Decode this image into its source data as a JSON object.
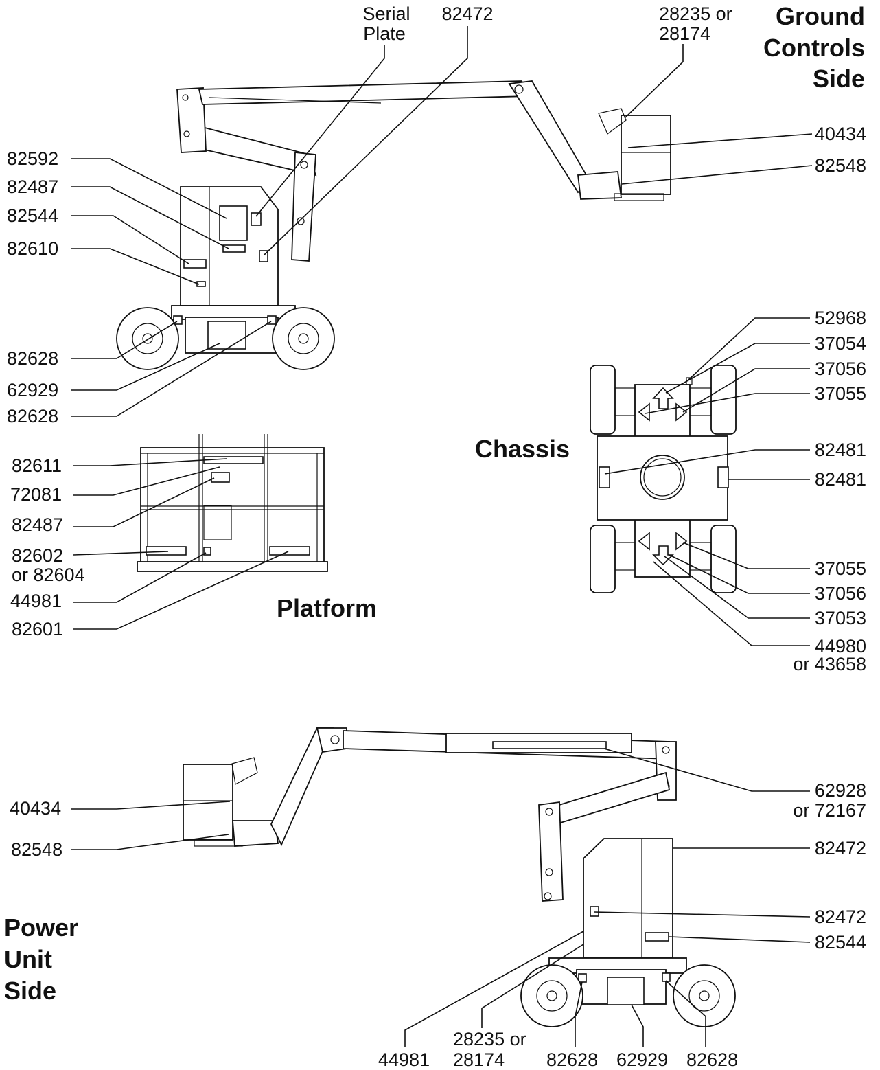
{
  "headings": {
    "ground_controls": [
      "Ground",
      "Controls",
      "Side"
    ],
    "chassis": "Chassis",
    "platform": "Platform",
    "power_unit": [
      "Power",
      "Unit",
      "Side"
    ]
  },
  "ground_side": {
    "top_labels": {
      "serial_plate": [
        "Serial",
        "Plate"
      ],
      "p82472": "82472",
      "p28235": [
        "28235 or",
        "28174"
      ]
    },
    "left_labels": [
      "82592",
      "82487",
      "82544",
      "82610",
      "82628",
      "62929",
      "82628"
    ],
    "right_labels": [
      "40434",
      "82548"
    ]
  },
  "platform_side": {
    "left_labels": [
      "82611",
      "72081",
      "82487"
    ],
    "l82602": [
      "82602",
      "or 82604"
    ],
    "l44981": "44981",
    "l82601": "82601"
  },
  "chassis_side": {
    "right_labels": [
      "52968",
      "37054",
      "37056",
      "37055",
      "82481",
      "82481",
      "37055",
      "37056",
      "37053"
    ],
    "l44980": [
      "44980",
      "or 43658"
    ]
  },
  "power_side": {
    "left_labels": [
      "40434",
      "82548"
    ],
    "r62928": [
      "62928",
      "or 72167"
    ],
    "right_labels": [
      "82472",
      "82472",
      "82544"
    ],
    "l28235": [
      "28235 or",
      "28174"
    ],
    "bottom_labels": [
      "44981",
      "82628",
      "62929",
      "82628"
    ]
  }
}
